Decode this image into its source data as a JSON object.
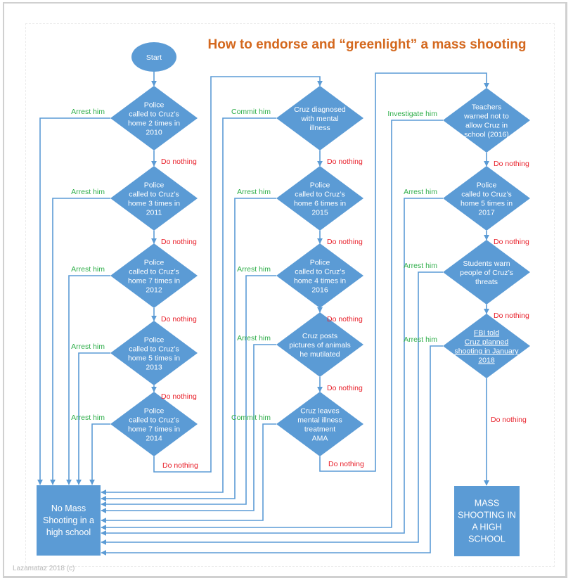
{
  "title": "How to endorse and “greenlight” a mass shooting",
  "credit": "Lazamataz 2018 (c)",
  "colors": {
    "node_fill": "#5b9bd5",
    "line": "#5b9bd5",
    "title": "#d4681e",
    "yes_label": "#2fae4a",
    "no_label": "#e8202a"
  },
  "start": {
    "label": "Start"
  },
  "no_label": "Do nothing",
  "columns": [
    {
      "decisions": [
        {
          "lines": [
            "Police",
            "called to Cruz’s",
            "home 2 times in",
            "2010"
          ],
          "action": "Arrest him"
        },
        {
          "lines": [
            "Police",
            "called to Cruz’s",
            "home 3 times in",
            "2011"
          ],
          "action": "Arrest him"
        },
        {
          "lines": [
            "Police",
            "called to Cruz’s",
            "home 7 times in",
            "2012"
          ],
          "action": "Arrest him"
        },
        {
          "lines": [
            "Police",
            "called to Cruz’s",
            "home 5 times in",
            "2013"
          ],
          "action": "Arrest him"
        },
        {
          "lines": [
            "Police",
            "called to Cruz’s",
            "home 7 times in",
            "2014"
          ],
          "action": "Arrest him"
        }
      ]
    },
    {
      "decisions": [
        {
          "lines": [
            "Cruz diagnosed",
            "with mental",
            "illness"
          ],
          "action": "Commit him"
        },
        {
          "lines": [
            "Police",
            "called to Cruz’s",
            "home 6 times in",
            "2015"
          ],
          "action": "Arrest him"
        },
        {
          "lines": [
            "Police",
            "called to Cruz’s",
            "home 4 times in",
            "2016"
          ],
          "action": "Arrest him"
        },
        {
          "lines": [
            "Cruz posts",
            "pictures of animals",
            "he mutilated"
          ],
          "action": "Arrest him"
        },
        {
          "lines": [
            "Cruz leaves",
            "mental illness",
            "treatment",
            "AMA"
          ],
          "action": "Commit him"
        }
      ]
    },
    {
      "decisions": [
        {
          "lines": [
            "Teachers",
            "warned not to",
            "allow Cruz in",
            "school (2016)"
          ],
          "action": "Investigate him"
        },
        {
          "lines": [
            "Police",
            "called to Cruz’s",
            "home 5 times in",
            "2017"
          ],
          "action": "Arrest him"
        },
        {
          "lines": [
            "Students warn",
            "people of Cruz’s",
            "threats"
          ],
          "action": "Arrest him"
        },
        {
          "lines": [
            "FBI told",
            "Cruz planned",
            "shooting in January",
            "2018"
          ],
          "action": "Arrest him",
          "underlined": true
        }
      ]
    }
  ],
  "outcomes": {
    "good": {
      "lines": [
        "No Mass",
        "Shooting in a",
        "high school"
      ]
    },
    "bad": {
      "lines": [
        "MASS",
        "SHOOTING IN",
        "A HIGH",
        "SCHOOL"
      ]
    }
  }
}
